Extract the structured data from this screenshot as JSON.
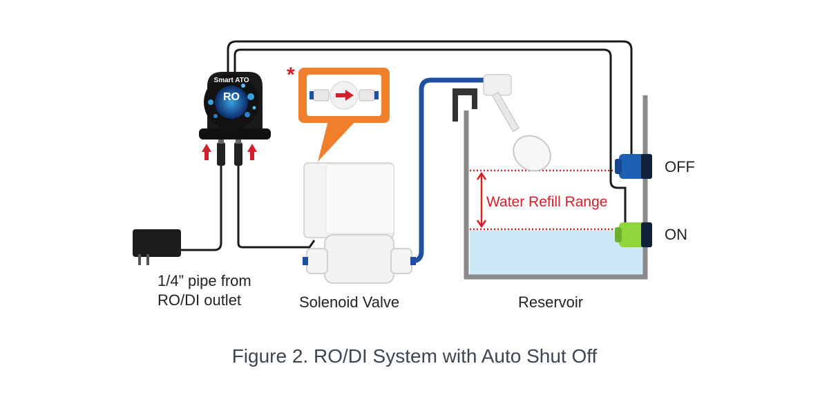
{
  "figure": {
    "caption": "Figure 2. RO/DI System with Auto Shut Off",
    "labels": {
      "pipe_line1": "1/4” pipe from",
      "pipe_line2": "RO/DI outlet",
      "solenoid_valve": "Solenoid Valve",
      "reservoir": "Reservoir",
      "off": "OFF",
      "on": "ON",
      "water_refill_range": "Water Refill Range"
    },
    "controller": {
      "title": "Smart ATO",
      "badge": "RO"
    },
    "callout_marker": "*",
    "colors": {
      "pipe_blue": "#1e4fa3",
      "water": "#cde8f6",
      "wire": "#1a1a1a",
      "arrow_red": "#d21f2c",
      "callout_orange": "#f07f2c",
      "off_sensor": "#1f5fb4",
      "on_sensor": "#8fd63a",
      "tank": "#8a8a8a"
    },
    "icons": [
      "power-adapter-icon",
      "controller-icon",
      "solenoid-valve-icon",
      "float-switch-icon",
      "optical-sensor-icon",
      "up-arrow-icon"
    ]
  }
}
